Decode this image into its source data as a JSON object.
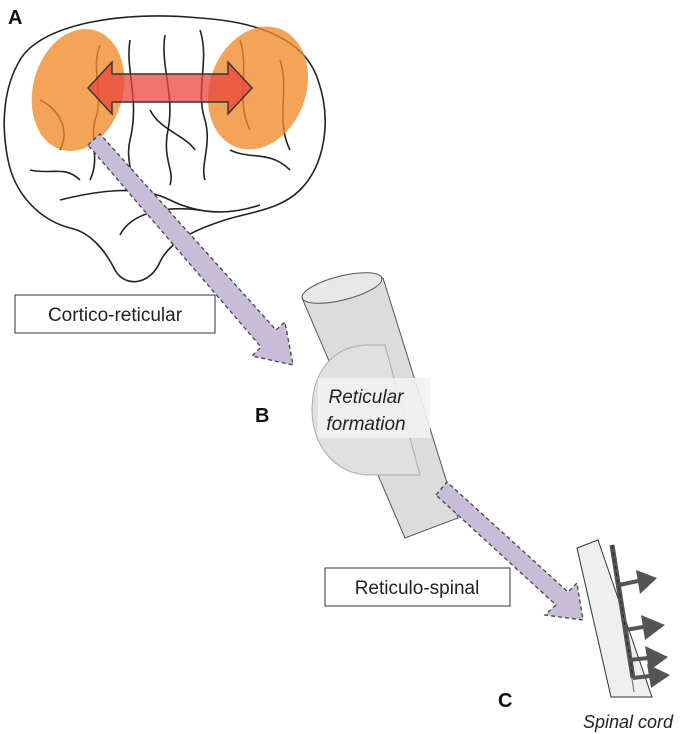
{
  "panel_labels": {
    "a": "A",
    "b": "B",
    "c": "C"
  },
  "boxes": {
    "cortico_reticular": "Cortico-reticular",
    "reticulo_spinal": "Reticulo-spinal"
  },
  "structures": {
    "reticular_line1": "Reticular",
    "reticular_line2": "formation",
    "spinal_cord": "Spinal cord"
  },
  "colors": {
    "orange": "#f08a2a",
    "red_arrow": "#e8453c",
    "purple_arrow": "#c8bcd8",
    "gray": "#dcdcdc",
    "dark_arrow": "#555555"
  }
}
